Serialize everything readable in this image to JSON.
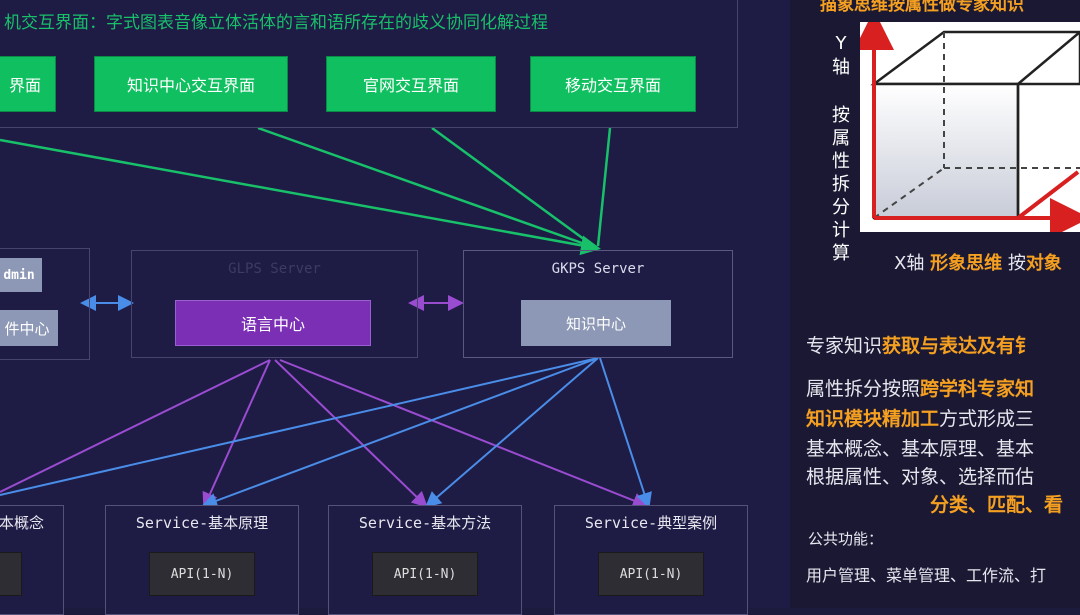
{
  "diagram": {
    "top_caption": "机交互界面：字式图表音像立体活体的言和语所存在的歧义协同化解过程",
    "interfaces": [
      "界面",
      "知识中心交互界面",
      "官网交互界面",
      "移动交互界面"
    ],
    "left_partial": {
      "admin": "dmin",
      "center": "件中心"
    },
    "glps": {
      "title": "GLPS Server",
      "button": "语言中心"
    },
    "gkps": {
      "title": "GKPS Server",
      "button": "知识中心"
    },
    "services": [
      {
        "title": "本概念",
        "api": ""
      },
      {
        "title": "Service-基本原理",
        "api": "API(1-N)"
      },
      {
        "title": "Service-基本方法",
        "api": "API(1-N)"
      },
      {
        "title": "Service-典型案例",
        "api": "API(1-N)"
      }
    ]
  },
  "panel": {
    "top_cut": "描象思维按属性做专家知识",
    "y_axis_label": "Y轴",
    "y_axis_desc": "按属性拆分计算",
    "x_axis_label": "X轴",
    "x_axis_orange": "形象思维",
    "x_axis_rest": "按",
    "x_axis_orange2": "对象",
    "lines": [
      {
        "plain": "专家知识",
        "orange": "获取与表达及有钅"
      },
      {
        "plain": "属性拆分按照",
        "orange": "跨学科专家知"
      },
      {
        "orange": "知识模块精加工",
        "plain": "方式形成三"
      },
      {
        "plain": "基本概念、基本原理、基本"
      },
      {
        "plain": "根据属性、对象、选择而估"
      },
      {
        "orange": "分类、匹配、看"
      }
    ],
    "common_label": "公共功能：",
    "common_items": "用户管理、菜单管理、工作流、打"
  },
  "colors": {
    "green": "#10c060",
    "purple": "#7b2fb5",
    "blue_arrow": "#4a8de8",
    "purple_arrow": "#9a4cd0"
  }
}
